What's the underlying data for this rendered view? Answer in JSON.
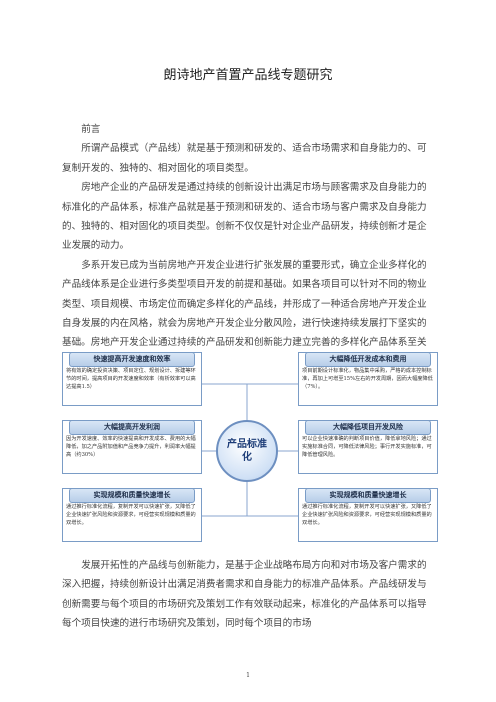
{
  "title": "朗诗地产首置产品线专题研究",
  "preface_heading": "前言",
  "paragraphs": [
    "所谓产品模式（产品线）就是基于预测和研发的、适合市场需求和自身能力的、可复制开发的、独特的、相对固化的项目类型。",
    "房地产企业的产品研发是通过持续的创新设计出满足市场与顾客需求及自身能力的标准化的产品体系，标准产品就是基于预测和研发的、适合市场与客户需求及自身能力的、独特的、相对固化的项目类型。创新不仅仅是针对企业产品研发，持续创新才是企业发展的动力。",
    "多系开发已成为当前房地产开发企业进行扩张发展的重要形式，确立企业多样化的产品线体系是企业进行多类型项目开发的前提和基础。如果各项目可以针对不同的物业类型、项目规模、市场定位而确定多样化的产品线，并形成了一种适合房地产开发企业自身发展的内在风格，就会为房地产开发企业分散风险，进行快速持续发展打下坚实的基础。房地产开发企业通过持续的产品研发和创新能力建立完善的多样化产品体系至关重要。"
  ],
  "diagram": {
    "center_label": "产品标准化",
    "boxes": [
      {
        "heading": "快速提高开发速度和效率",
        "text": "将有效的确定投资决策、项目定位、规划设计、拆建等环节的时间，提高项目的开发速度和效率（有析效率可以高达提高1.5）"
      },
      {
        "heading": "大幅降低开发成本和费用",
        "text": "项目前期设计标准化，物品集中采购，严格的成本控制标准，再加上可增至15%左右的开发周期，因而大幅度降低（7%）。"
      },
      {
        "heading": "大幅提高开发利润",
        "text": "因为开发速度、效率的快速提高和开发成本、费用的大幅降低，加之产品附加值和产品竞争力提升，利润率大幅提高（约30%）"
      },
      {
        "heading": "大幅降低项目开发风险",
        "text": "可以企业快速准确的判断项目价值，降低拿地风险；通过实施标准合同，可降低法律风险；事行开发实施标准，可降低管理风险。"
      },
      {
        "heading": "实现规模和质量快速增长",
        "text": "通过推行标准化流程，复制开发可以快速扩张，又降低了企业快速扩张风险和资源要求，可经营实现规模和质量的双增长。"
      },
      {
        "heading": "实现规模和质量快速增长",
        "text": "通过推行标准化流程，复制开发可以快速扩张，又降低了企业快速扩张风险和资源要求，可经营实现规模和质量的双增长。"
      }
    ]
  },
  "after_paragraph": "发展开拓性的产品线与创新能力，是基于企业战略布局方向和对市场及客户需求的深入把握，持续创新设计出满足消费者需求和自身能力的标准产品体系。产品线研发与创新需要与每个项目的市场研究及策划工作有效联动起来，标准化的产品体系可以指导每个项目快速的进行市场研究及策划，同时每个项目的市场",
  "page_number": "1"
}
